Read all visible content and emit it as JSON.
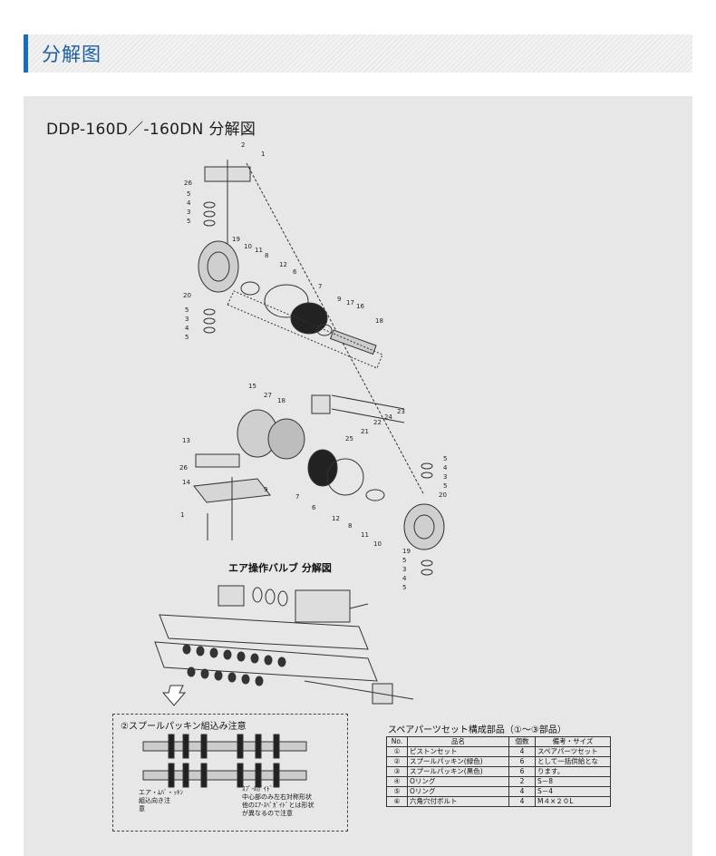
{
  "section": {
    "title": "分解图",
    "accent": "#1570b8"
  },
  "figure": {
    "title": "DDP-160D／-160DN  分解図",
    "air_valve_title": "エア操作バルブ  分解図",
    "note": {
      "title": "②スプールパッキン組込み注意",
      "left_text": "エア・ﾑﾊﾞ・ｯｷﾝ\n組込向き注\n意",
      "right_text": "ｽﾌﾟ-ﾙｶﾞｲﾄﾞ\n中心部のみ左右対称形状\n他のｴｱ-ｽﾍﾟｶﾞｲﾄﾞとは形状\nが異なるので注意"
    },
    "part_numbers": [
      "1",
      "2",
      "26",
      "5",
      "4",
      "3",
      "5",
      "19",
      "10",
      "11",
      "8",
      "12",
      "6",
      "7",
      "9",
      "17",
      "16",
      "18",
      "20",
      "5",
      "3",
      "4",
      "5",
      "15",
      "27",
      "18",
      "23",
      "24",
      "22",
      "21",
      "25",
      "13",
      "26",
      "14",
      "1",
      "9",
      "7",
      "6",
      "12",
      "8",
      "11",
      "10",
      "5",
      "4",
      "3",
      "5",
      "20",
      "19",
      "5",
      "3",
      "4",
      "5"
    ],
    "spare_parts": {
      "title": "スペアパーツセット構成部品（①～③部品）",
      "headers": [
        "No.",
        "品名",
        "個数",
        "備考・サイズ"
      ],
      "rows": [
        {
          "no": "①",
          "name": "ピストンセット",
          "qty": "4",
          "note": "スペアパーツセット"
        },
        {
          "no": "②",
          "name": "スプールパッキン(緑色)",
          "qty": "6",
          "note": "として一括供給とな"
        },
        {
          "no": "③",
          "name": "スプールパッキン(黒色)",
          "qty": "6",
          "note": "ります。"
        },
        {
          "no": "④",
          "name": "Oリング",
          "qty": "2",
          "note": "S－8"
        },
        {
          "no": "⑤",
          "name": "Oリング",
          "qty": "4",
          "note": "S－4"
        },
        {
          "no": "⑥",
          "name": "六角穴付ボルト",
          "qty": "4",
          "note": "M４×２０L"
        }
      ]
    }
  }
}
